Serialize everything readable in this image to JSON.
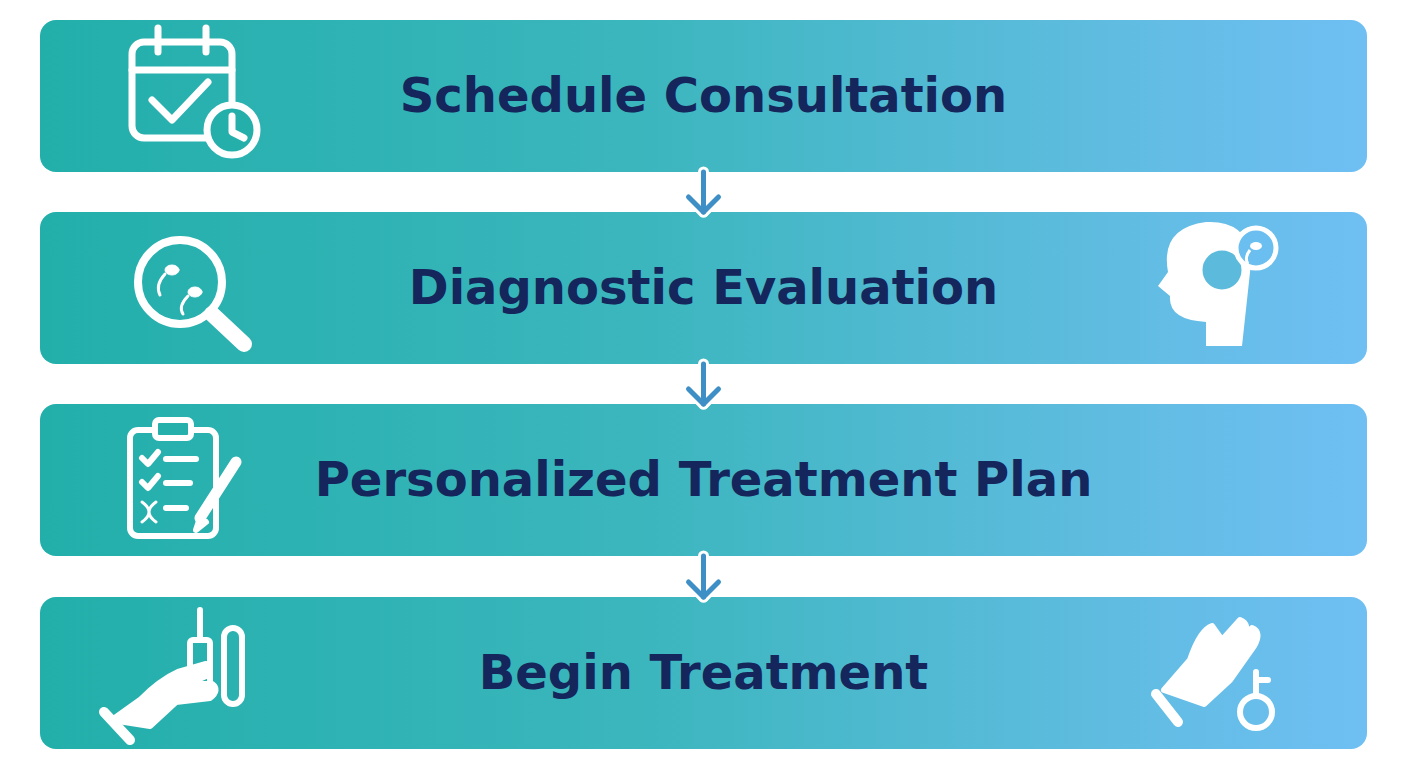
{
  "diagram": {
    "nodes": [
      {
        "text": [
          "Schedule Consultation"
        ]
      },
      {
        "text": [
          "Diagnostic Evaluation"
        ]
      },
      {
        "text": [
          "Personalized Treatment Plan"
        ]
      },
      {
        "text": [
          "Begin Treatment"
        ]
      }
    ],
    "edges": [
      {
        "from": 0,
        "to": 1,
        "arrow": "to"
      },
      {
        "from": 1,
        "to": 2,
        "arrow": "to"
      },
      {
        "from": 2,
        "to": 3,
        "arrow": "to"
      }
    ]
  }
}
